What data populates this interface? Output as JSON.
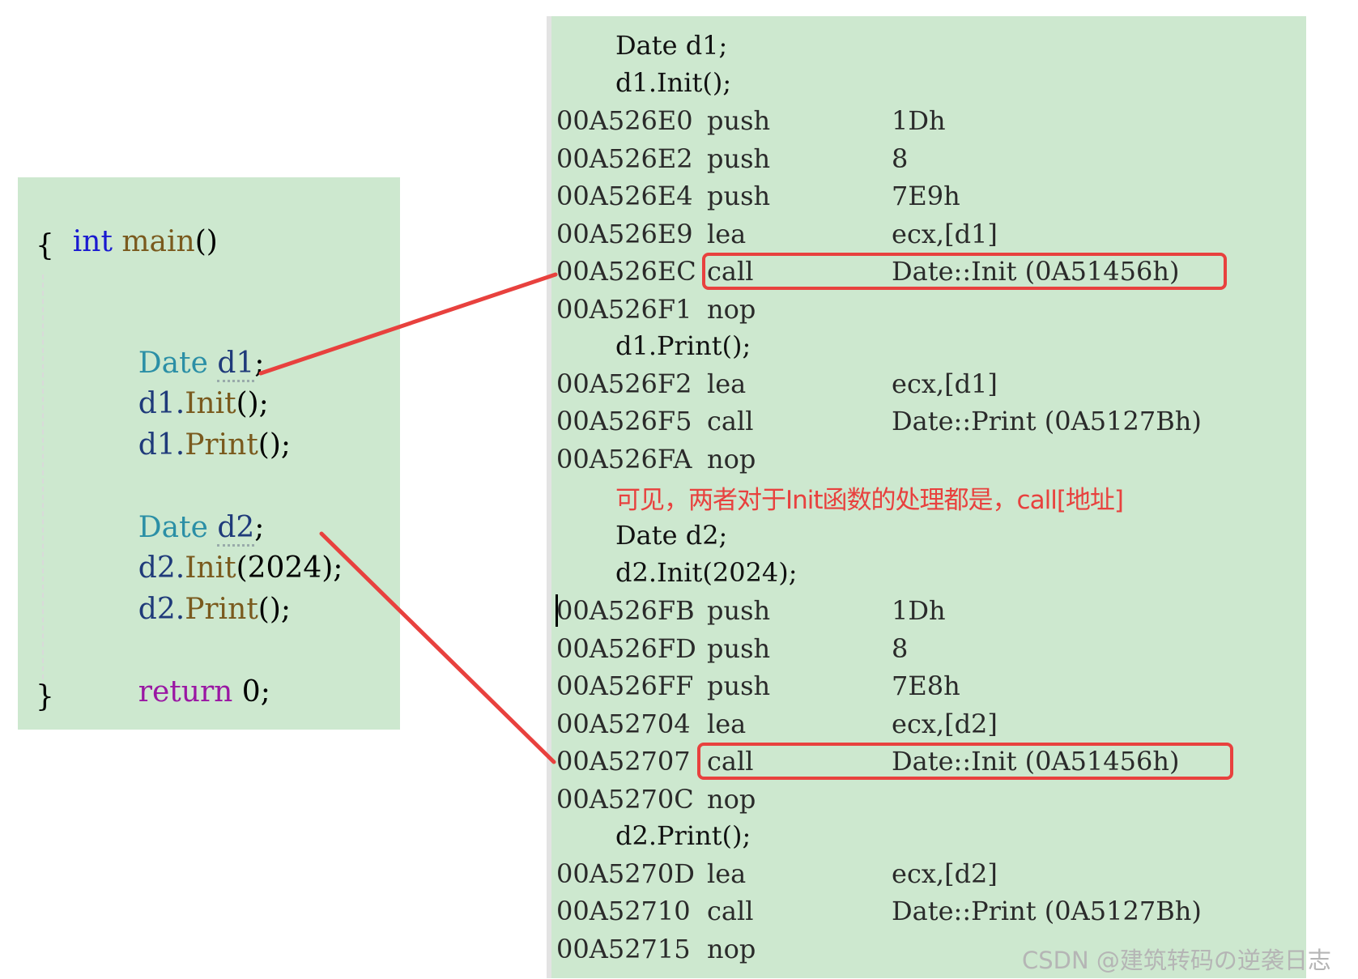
{
  "source_code": {
    "signature": {
      "type_kw": "int",
      "name": "main",
      "parens": "()"
    },
    "open_brace": "{",
    "close_brace": "}",
    "block1": {
      "decl_type": "Date",
      "decl_var": "d1",
      "init_obj": "d1.",
      "init_fn": "Init",
      "init_args": "()",
      "print_obj": "d1.",
      "print_fn": "Print",
      "print_args": "();"
    },
    "block2": {
      "decl_type": "Date",
      "decl_var": "d2",
      "init_obj": "d2.",
      "init_fn": "Init",
      "init_args": "(2024)",
      "print_obj": "d2.",
      "print_fn": "Print",
      "print_args": "();"
    },
    "return_kw": "return",
    "return_val": "0;",
    "semicolon": ";"
  },
  "disassembly": {
    "src_lines": [
      "Date d1;",
      "d1.Init();",
      "d1.Print();",
      "Date d2;",
      "d2.Init(2024);",
      "d2.Print();"
    ],
    "group1_init": [
      {
        "addr": "00A526E0",
        "op": "push",
        "arg": "1Dh"
      },
      {
        "addr": "00A526E2",
        "op": "push",
        "arg": "8"
      },
      {
        "addr": "00A526E4",
        "op": "push",
        "arg": "7E9h"
      },
      {
        "addr": "00A526E9",
        "op": "lea",
        "arg": "ecx,[d1]"
      },
      {
        "addr": "00A526EC",
        "op": "call",
        "arg": "Date::Init (0A51456h)"
      },
      {
        "addr": "00A526F1",
        "op": "nop",
        "arg": ""
      }
    ],
    "group1_print": [
      {
        "addr": "00A526F2",
        "op": "lea",
        "arg": "ecx,[d1]"
      },
      {
        "addr": "00A526F5",
        "op": "call",
        "arg": "Date::Print (0A5127Bh)"
      },
      {
        "addr": "00A526FA",
        "op": "nop",
        "arg": ""
      }
    ],
    "group2_init": [
      {
        "addr": "00A526FB",
        "op": "push",
        "arg": "1Dh"
      },
      {
        "addr": "00A526FD",
        "op": "push",
        "arg": "8"
      },
      {
        "addr": "00A526FF",
        "op": "push",
        "arg": "7E8h"
      },
      {
        "addr": "00A52704",
        "op": "lea",
        "arg": "ecx,[d2]"
      },
      {
        "addr": "00A52707",
        "op": "call",
        "arg": "Date::Init (0A51456h)"
      },
      {
        "addr": "00A5270C",
        "op": "nop",
        "arg": ""
      }
    ],
    "group2_print": [
      {
        "addr": "00A5270D",
        "op": "lea",
        "arg": "ecx,[d2]"
      },
      {
        "addr": "00A52710",
        "op": "call",
        "arg": "Date::Print (0A5127Bh)"
      },
      {
        "addr": "00A52715",
        "op": "nop",
        "arg": ""
      }
    ]
  },
  "annotation": "可见，两者对于Init函数的处理都是，call[地址]",
  "watermark": "CSDN @建筑转码の逆袭日志",
  "colors": {
    "panel_bg": "#cde8cf",
    "highlight_red": "#e8413e",
    "keyword_blue": "#1a1ad0",
    "type_teal": "#2b8fa6"
  }
}
